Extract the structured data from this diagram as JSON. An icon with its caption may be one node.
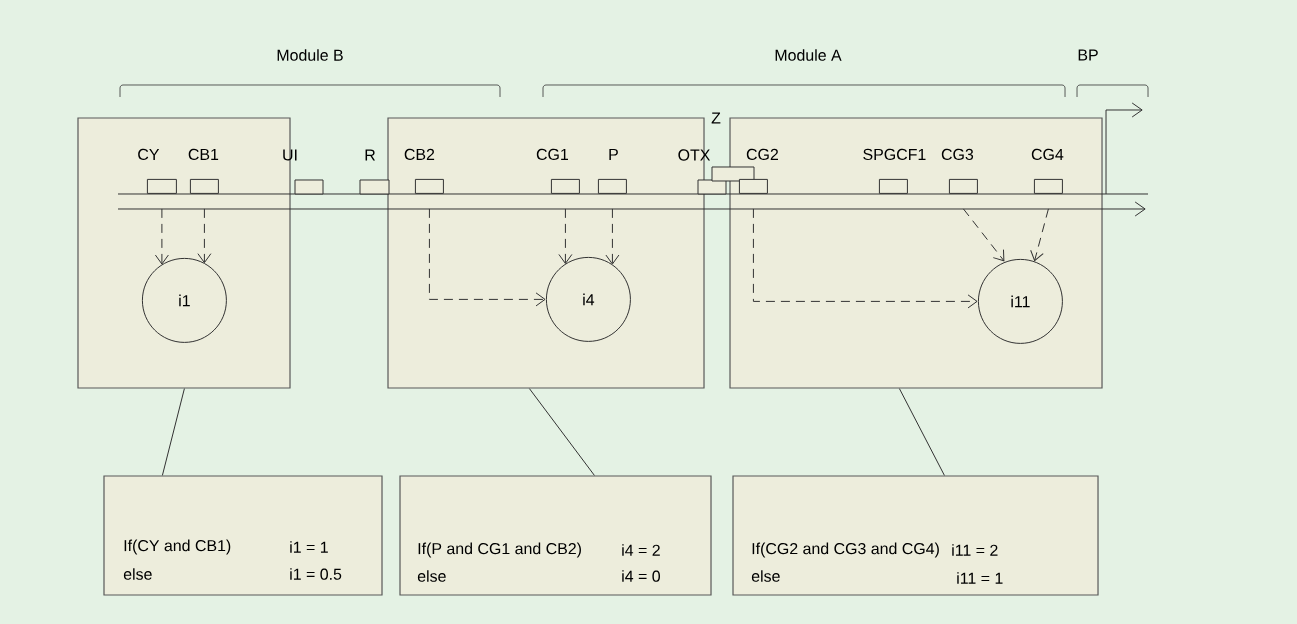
{
  "diagram": {
    "nodes": [
      {
        "text": [],
        "shape": "box"
      },
      {
        "text": [
          "CY"
        ],
        "in": 0
      },
      {
        "text": [
          "CB1"
        ],
        "in": 0
      },
      {
        "text": [
          "i1"
        ],
        "in": 0
      },
      {
        "text": [
          "UI"
        ]
      },
      {
        "text": [
          "R"
        ]
      },
      {
        "text": [],
        "shape": "box"
      },
      {
        "text": [
          "CB2"
        ],
        "in": 6
      },
      {
        "text": [
          "CG1"
        ],
        "in": 6
      },
      {
        "text": [
          "P"
        ],
        "in": 6
      },
      {
        "text": [
          "i4"
        ],
        "in": 6
      },
      {
        "text": [
          "OTX"
        ]
      },
      {
        "text": [
          "Z"
        ]
      },
      {
        "text": [],
        "shape": "box"
      },
      {
        "text": [
          "CG2"
        ],
        "in": 13
      },
      {
        "text": [
          "SPGCF1"
        ],
        "in": 13
      },
      {
        "text": [
          "CG3"
        ],
        "in": 13
      },
      {
        "text": [
          "CG4"
        ],
        "in": 13
      },
      {
        "text": [
          "i11"
        ],
        "in": 13
      },
      {
        "text": [
          "If(CY and CB1)",
          "i1 = 1",
          "else",
          "i1 = 0.5"
        ]
      },
      {
        "text": [
          "If(P and CG1 and CB2)",
          "i4 = 2",
          "else",
          "i4 = 0"
        ]
      },
      {
        "text": [
          "If(CG2 and CG3 and CG4)",
          "i11 = 2",
          "else",
          "i11 = 1"
        ]
      }
    ],
    "edges": [
      {
        "from": 1,
        "to": 3,
        "arrow": "to",
        "style": "dashed"
      },
      {
        "from": 2,
        "to": 3,
        "arrow": "to",
        "style": "dashed"
      },
      {
        "from": 7,
        "to": 10,
        "arrow": "to",
        "style": "dashed"
      },
      {
        "from": 8,
        "to": 10,
        "arrow": "to",
        "style": "dashed"
      },
      {
        "from": 9,
        "to": 10,
        "arrow": "to",
        "style": "dashed"
      },
      {
        "from": 14,
        "to": 18,
        "arrow": "to",
        "style": "dashed"
      },
      {
        "from": 16,
        "to": 18,
        "arrow": "to",
        "style": "dashed"
      },
      {
        "from": 17,
        "to": 18,
        "arrow": "to",
        "style": "dashed"
      },
      {
        "from": 0,
        "to": 19,
        "arrow": "none"
      },
      {
        "from": 6,
        "to": 20,
        "arrow": "none"
      },
      {
        "from": 13,
        "to": 21,
        "arrow": "none"
      }
    ],
    "labels": [
      "Module B",
      "Module A",
      "BP"
    ]
  }
}
